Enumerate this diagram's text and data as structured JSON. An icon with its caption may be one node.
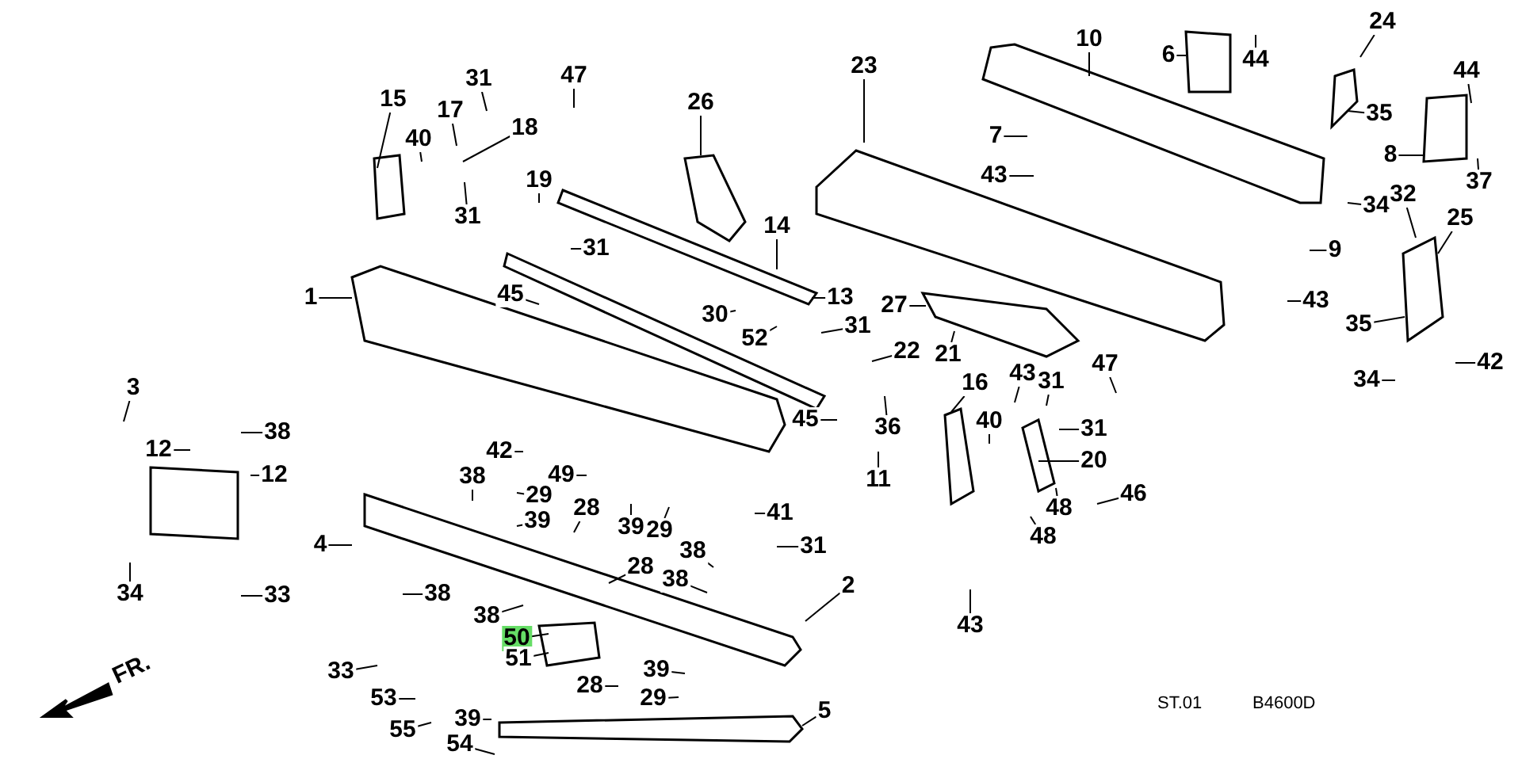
{
  "diagram": {
    "nodes": [
      {
        "text": [
          "1"
        ]
      },
      {
        "text": [
          "15"
        ]
      },
      {
        "text": [
          "17"
        ]
      },
      {
        "text": [
          "31"
        ]
      },
      {
        "text": [
          "40"
        ]
      },
      {
        "text": [
          "31"
        ]
      },
      {
        "text": [
          "18"
        ]
      },
      {
        "text": [
          "47"
        ]
      },
      {
        "text": [
          "19"
        ]
      },
      {
        "text": [
          "26"
        ]
      },
      {
        "text": [
          "31"
        ]
      },
      {
        "text": [
          "45"
        ]
      },
      {
        "text": [
          "30"
        ]
      },
      {
        "text": [
          "14"
        ]
      },
      {
        "text": [
          "13"
        ]
      },
      {
        "text": [
          "52"
        ]
      },
      {
        "text": [
          "31"
        ]
      },
      {
        "text": [
          "22"
        ]
      },
      {
        "text": [
          "21"
        ]
      },
      {
        "text": [
          "23"
        ]
      },
      {
        "text": [
          "10"
        ]
      },
      {
        "text": [
          "6"
        ]
      },
      {
        "text": [
          "44"
        ]
      },
      {
        "text": [
          "24"
        ]
      },
      {
        "text": [
          "7"
        ]
      },
      {
        "text": [
          "43"
        ]
      },
      {
        "text": [
          "35"
        ]
      },
      {
        "text": [
          "34"
        ]
      },
      {
        "text": [
          "44"
        ]
      },
      {
        "text": [
          "8"
        ]
      },
      {
        "text": [
          "37"
        ]
      },
      {
        "text": [
          "32"
        ]
      },
      {
        "text": [
          "25"
        ]
      },
      {
        "text": [
          "9"
        ]
      },
      {
        "text": [
          "43"
        ]
      },
      {
        "text": [
          "27"
        ]
      },
      {
        "text": [
          "35"
        ]
      },
      {
        "text": [
          "42"
        ]
      },
      {
        "text": [
          "34"
        ]
      },
      {
        "text": [
          "43"
        ]
      },
      {
        "text": [
          "31"
        ]
      },
      {
        "text": [
          "47"
        ]
      },
      {
        "text": [
          "16"
        ]
      },
      {
        "text": [
          "40"
        ]
      },
      {
        "text": [
          "31"
        ]
      },
      {
        "text": [
          "20"
        ]
      },
      {
        "text": [
          "46"
        ]
      },
      {
        "text": [
          "48"
        ]
      },
      {
        "text": [
          "48"
        ]
      },
      {
        "text": [
          "36"
        ]
      },
      {
        "text": [
          "45"
        ]
      },
      {
        "text": [
          "11"
        ]
      },
      {
        "text": [
          "43"
        ]
      },
      {
        "text": [
          "3"
        ]
      },
      {
        "text": [
          "38"
        ]
      },
      {
        "text": [
          "12"
        ]
      },
      {
        "text": [
          "12"
        ]
      },
      {
        "text": [
          "34"
        ]
      },
      {
        "text": [
          "33"
        ]
      },
      {
        "text": [
          "4"
        ]
      },
      {
        "text": [
          "42"
        ]
      },
      {
        "text": [
          "38"
        ]
      },
      {
        "text": [
          "49"
        ]
      },
      {
        "text": [
          "29"
        ]
      },
      {
        "text": [
          "28"
        ]
      },
      {
        "text": [
          "39"
        ]
      },
      {
        "text": [
          "39"
        ]
      },
      {
        "text": [
          "29"
        ]
      },
      {
        "text": [
          "28"
        ]
      },
      {
        "text": [
          "38"
        ]
      },
      {
        "text": [
          "38"
        ]
      },
      {
        "text": [
          "41"
        ]
      },
      {
        "text": [
          "31"
        ]
      },
      {
        "text": [
          "2"
        ]
      },
      {
        "text": [
          "38"
        ]
      },
      {
        "text": [
          "38"
        ]
      },
      {
        "text": [
          "50"
        ]
      },
      {
        "text": [
          "51"
        ]
      },
      {
        "text": [
          "28"
        ]
      },
      {
        "text": [
          "39"
        ]
      },
      {
        "text": [
          "29"
        ]
      },
      {
        "text": [
          "33"
        ]
      },
      {
        "text": [
          "53"
        ]
      },
      {
        "text": [
          "55"
        ]
      },
      {
        "text": [
          "39"
        ]
      },
      {
        "text": [
          "54"
        ]
      },
      {
        "text": [
          "5"
        ]
      }
    ],
    "edges": [
      {
        "from": 0,
        "to": null,
        "arrow": "none"
      },
      {
        "from": 1,
        "to": null,
        "arrow": "none"
      },
      {
        "from": 2,
        "to": null,
        "arrow": "none"
      },
      {
        "from": 3,
        "to": null,
        "arrow": "none"
      },
      {
        "from": 4,
        "to": null,
        "arrow": "none"
      },
      {
        "from": 5,
        "to": null,
        "arrow": "none"
      },
      {
        "from": 6,
        "to": null,
        "arrow": "none"
      },
      {
        "from": 7,
        "to": null,
        "arrow": "none"
      },
      {
        "from": 8,
        "to": null,
        "arrow": "none"
      },
      {
        "from": 9,
        "to": null,
        "arrow": "none"
      },
      {
        "from": 10,
        "to": null,
        "arrow": "none"
      },
      {
        "from": 11,
        "to": null,
        "arrow": "none"
      },
      {
        "from": 12,
        "to": null,
        "arrow": "none"
      },
      {
        "from": 13,
        "to": null,
        "arrow": "none"
      },
      {
        "from": 14,
        "to": null,
        "arrow": "none"
      },
      {
        "from": 15,
        "to": null,
        "arrow": "none"
      },
      {
        "from": 16,
        "to": null,
        "arrow": "none"
      },
      {
        "from": 17,
        "to": null,
        "arrow": "none"
      },
      {
        "from": 18,
        "to": null,
        "arrow": "none"
      },
      {
        "from": 19,
        "to": null,
        "arrow": "none"
      },
      {
        "from": 20,
        "to": null,
        "arrow": "none"
      },
      {
        "from": 21,
        "to": null,
        "arrow": "none"
      },
      {
        "from": 22,
        "to": null,
        "arrow": "none"
      },
      {
        "from": 23,
        "to": null,
        "arrow": "none"
      },
      {
        "from": 24,
        "to": null,
        "arrow": "none"
      },
      {
        "from": 25,
        "to": null,
        "arrow": "none"
      },
      {
        "from": 26,
        "to": null,
        "arrow": "none"
      },
      {
        "from": 27,
        "to": null,
        "arrow": "none"
      },
      {
        "from": 28,
        "to": null,
        "arrow": "none"
      },
      {
        "from": 29,
        "to": null,
        "arrow": "none"
      },
      {
        "from": 30,
        "to": null,
        "arrow": "none"
      },
      {
        "from": 31,
        "to": null,
        "arrow": "none"
      },
      {
        "from": 32,
        "to": null,
        "arrow": "none"
      },
      {
        "from": 33,
        "to": null,
        "arrow": "none"
      },
      {
        "from": 34,
        "to": null,
        "arrow": "none"
      },
      {
        "from": 35,
        "to": null,
        "arrow": "none"
      },
      {
        "from": 36,
        "to": null,
        "arrow": "none"
      },
      {
        "from": 37,
        "to": null,
        "arrow": "none"
      },
      {
        "from": 38,
        "to": null,
        "arrow": "none"
      },
      {
        "from": 39,
        "to": null,
        "arrow": "none"
      },
      {
        "from": 40,
        "to": null,
        "arrow": "none"
      },
      {
        "from": 41,
        "to": null,
        "arrow": "none"
      },
      {
        "from": 42,
        "to": null,
        "arrow": "none"
      },
      {
        "from": 43,
        "to": null,
        "arrow": "none"
      },
      {
        "from": 44,
        "to": null,
        "arrow": "none"
      },
      {
        "from": 45,
        "to": null,
        "arrow": "none"
      },
      {
        "from": 46,
        "to": null,
        "arrow": "none"
      },
      {
        "from": 47,
        "to": null,
        "arrow": "none"
      },
      {
        "from": 48,
        "to": null,
        "arrow": "none"
      },
      {
        "from": 49,
        "to": null,
        "arrow": "none"
      },
      {
        "from": 50,
        "to": null,
        "arrow": "none"
      },
      {
        "from": 51,
        "to": null,
        "arrow": "none"
      },
      {
        "from": 52,
        "to": null,
        "arrow": "none"
      },
      {
        "from": 53,
        "to": null,
        "arrow": "none"
      },
      {
        "from": 54,
        "to": null,
        "arrow": "none"
      },
      {
        "from": 55,
        "to": null,
        "arrow": "none"
      },
      {
        "from": 56,
        "to": null,
        "arrow": "none"
      },
      {
        "from": 57,
        "to": null,
        "arrow": "none"
      },
      {
        "from": 58,
        "to": null,
        "arrow": "none"
      },
      {
        "from": 59,
        "to": null,
        "arrow": "none"
      },
      {
        "from": 60,
        "to": null,
        "arrow": "none"
      },
      {
        "from": 61,
        "to": null,
        "arrow": "none"
      },
      {
        "from": 62,
        "to": null,
        "arrow": "none"
      },
      {
        "from": 63,
        "to": null,
        "arrow": "none"
      },
      {
        "from": 64,
        "to": null,
        "arrow": "none"
      },
      {
        "from": 65,
        "to": null,
        "arrow": "none"
      },
      {
        "from": 66,
        "to": null,
        "arrow": "none"
      },
      {
        "from": 67,
        "to": null,
        "arrow": "none"
      },
      {
        "from": 68,
        "to": null,
        "arrow": "none"
      },
      {
        "from": 69,
        "to": null,
        "arrow": "none"
      },
      {
        "from": 70,
        "to": null,
        "arrow": "none"
      },
      {
        "from": 71,
        "to": null,
        "arrow": "none"
      },
      {
        "from": 72,
        "to": null,
        "arrow": "none"
      },
      {
        "from": 73,
        "to": null,
        "arrow": "none"
      },
      {
        "from": 74,
        "to": null,
        "arrow": "none"
      },
      {
        "from": 75,
        "to": null,
        "arrow": "none"
      },
      {
        "from": 76,
        "to": null,
        "arrow": "none"
      },
      {
        "from": 77,
        "to": null,
        "arrow": "none"
      },
      {
        "from": 78,
        "to": null,
        "arrow": "none"
      },
      {
        "from": 79,
        "to": null,
        "arrow": "none"
      },
      {
        "from": 80,
        "to": null,
        "arrow": "none"
      },
      {
        "from": 81,
        "to": null,
        "arrow": "none"
      },
      {
        "from": 82,
        "to": null,
        "arrow": "none"
      },
      {
        "from": 83,
        "to": null,
        "arrow": "none"
      },
      {
        "from": 84,
        "to": null,
        "arrow": "none"
      },
      {
        "from": 85,
        "to": null,
        "arrow": "none"
      },
      {
        "from": 86,
        "to": null,
        "arrow": "none"
      }
    ],
    "labels": [
      "FR.",
      "ST.01",
      "B4600D"
    ]
  }
}
